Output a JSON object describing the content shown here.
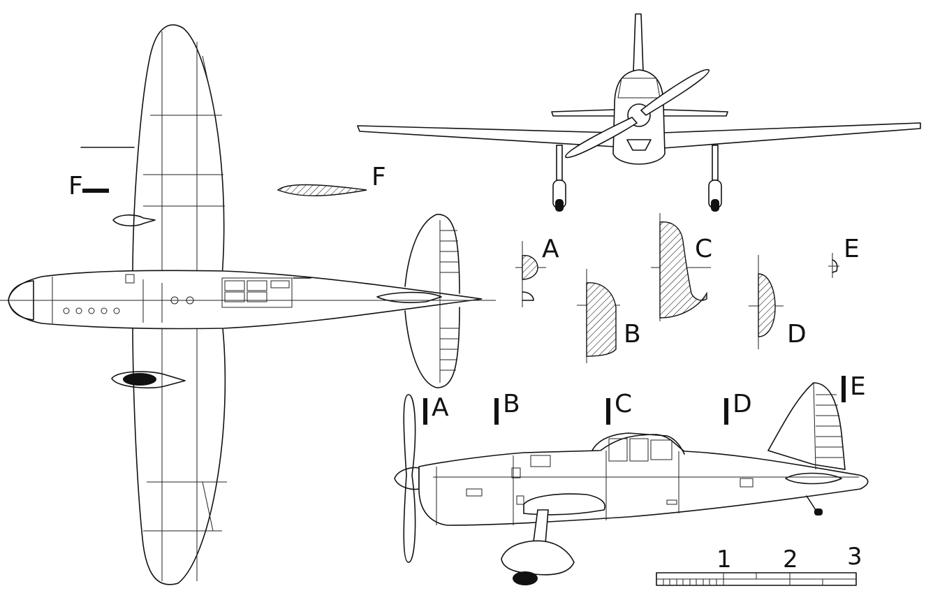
{
  "labels": {
    "f_marker": "F",
    "f_section": "F",
    "sec_a": "A",
    "sec_b": "B",
    "sec_c": "C",
    "sec_d": "D",
    "sec_e": "E",
    "sta_a": "A",
    "sta_b": "B",
    "sta_c": "C",
    "sta_d": "D",
    "sta_e": "E"
  },
  "scale": {
    "ticks": [
      "1",
      "2",
      "3"
    ]
  }
}
